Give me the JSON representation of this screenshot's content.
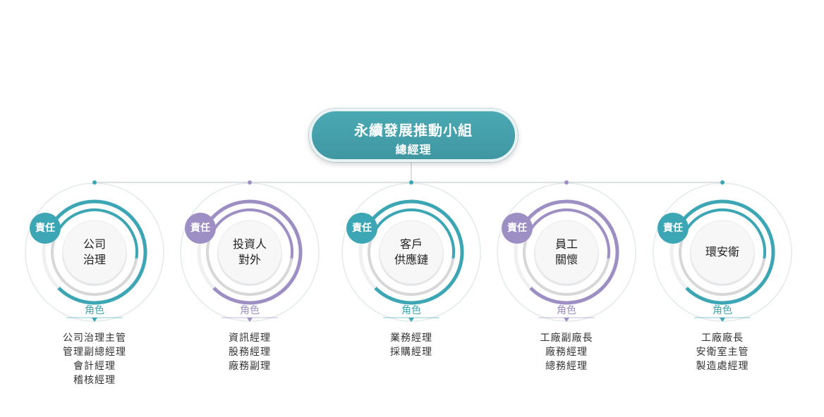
{
  "header": {
    "title": "永續發展推動小組",
    "subtitle": "總經理"
  },
  "colors": {
    "teal": "#3ca6b5",
    "purple": "#9d8ec4",
    "gray_ring": "#d7d7d9"
  },
  "nodes": [
    {
      "badge": "責任",
      "center": [
        "公司",
        "治理"
      ],
      "role": "角色",
      "color": "teal",
      "members": [
        "公司治理主管",
        "管理副總經理",
        "會計經理",
        "稽核經理"
      ]
    },
    {
      "badge": "責任",
      "center": [
        "投資人",
        "對外"
      ],
      "role": "角色",
      "color": "purple",
      "members": [
        "資訊經理",
        "股務經理",
        "廠務副理"
      ]
    },
    {
      "badge": "責任",
      "center": [
        "客戶",
        "供應鏈"
      ],
      "role": "角色",
      "color": "teal",
      "members": [
        "業務經理",
        "採購經理"
      ]
    },
    {
      "badge": "責任",
      "center": [
        "員工",
        "關懷"
      ],
      "role": "角色",
      "color": "purple",
      "members": [
        "工廠副廠長",
        "廠務經理",
        "總務經理"
      ]
    },
    {
      "badge": "責任",
      "center": [
        "環安衛"
      ],
      "role": "角色",
      "color": "teal",
      "members": [
        "工廠廠長",
        "安衛室主管",
        "製造處經理"
      ]
    }
  ]
}
